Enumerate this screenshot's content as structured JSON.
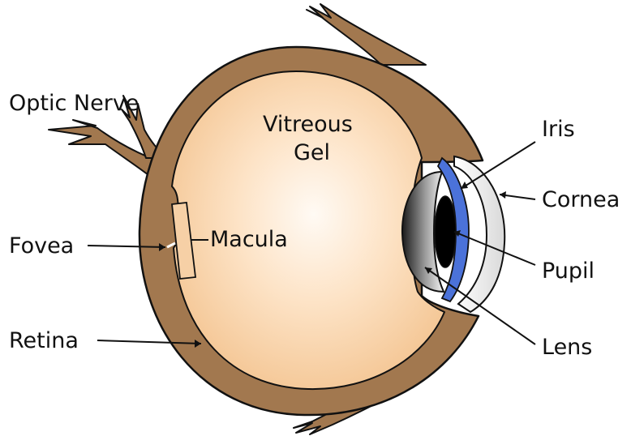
{
  "diagram": {
    "labels": {
      "optic_nerve": "Optic Nerve",
      "vitreous_line1": "Vitreous",
      "vitreous_line2": "Gel",
      "iris": "Iris",
      "cornea": "Cornea",
      "fovea": "Fovea",
      "macula": "Macula",
      "pupil": "Pupil",
      "retina": "Retina",
      "lens": "Lens"
    },
    "colors": {
      "sclera": "#a2784f",
      "vitreous_center": "#fffaf4",
      "vitreous_edge": "#f5c999",
      "iris": "#4b72d9",
      "pupil": "#000000",
      "cornea": "#e8e8e8",
      "lens_dark": "#1a1a1a",
      "lens_light": "#f2f2f2",
      "outline": "#111111"
    }
  }
}
